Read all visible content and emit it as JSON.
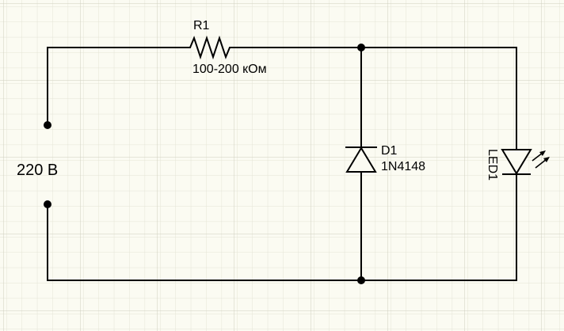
{
  "source": {
    "label": "220 В"
  },
  "resistor": {
    "ref": "R1",
    "value": "100-200 кОм"
  },
  "diode": {
    "ref": "D1",
    "part": "1N4148"
  },
  "led": {
    "ref": "LED1"
  },
  "colors": {
    "background": "#fbfbf2",
    "grid_minor": "#e4e4d6",
    "grid_major": "#cfcfbf",
    "wire": "#000000"
  }
}
